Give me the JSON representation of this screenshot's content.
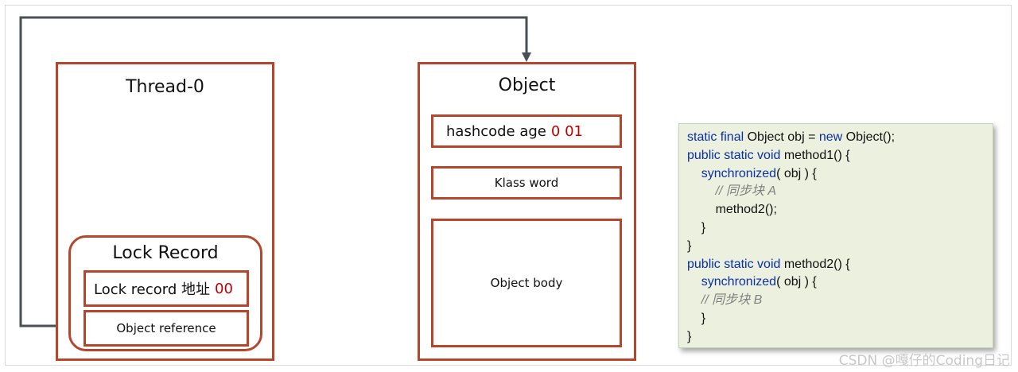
{
  "thread": {
    "title": "Thread-0",
    "lock_record": {
      "title": "Lock Record",
      "address_label": "Lock record 地址",
      "address_bits": "00",
      "object_reference": "Object reference"
    }
  },
  "object": {
    "title": "Object",
    "mark_word": {
      "text": "hashcode age",
      "bits": "0 01"
    },
    "klass_word": "Klass word",
    "body": "Object body"
  },
  "code": [
    [
      {
        "t": "static final ",
        "c": "kw"
      },
      {
        "t": "Object obj = ",
        "c": ""
      },
      {
        "t": "new",
        "c": "kw"
      },
      {
        "t": " Object();",
        "c": ""
      }
    ],
    [
      {
        "t": "public static void ",
        "c": "kw"
      },
      {
        "t": "method1() {",
        "c": ""
      }
    ],
    [
      {
        "t": "    ",
        "c": ""
      },
      {
        "t": "synchronized",
        "c": "kw"
      },
      {
        "t": "( obj ) {",
        "c": ""
      }
    ],
    [
      {
        "t": "        ",
        "c": ""
      },
      {
        "t": "// 同步块 A",
        "c": "cm"
      }
    ],
    [
      {
        "t": "        method2();",
        "c": ""
      }
    ],
    [
      {
        "t": "    }",
        "c": ""
      }
    ],
    [
      {
        "t": "}",
        "c": ""
      }
    ],
    [
      {
        "t": "public static void ",
        "c": "kw"
      },
      {
        "t": "method2() {",
        "c": ""
      }
    ],
    [
      {
        "t": "    ",
        "c": ""
      },
      {
        "t": "synchronized",
        "c": "kw"
      },
      {
        "t": "( obj ) {",
        "c": ""
      }
    ],
    [
      {
        "t": "    ",
        "c": ""
      },
      {
        "t": "// 同步块 B",
        "c": "cm"
      }
    ],
    [
      {
        "t": "    }",
        "c": ""
      }
    ],
    [
      {
        "t": "}",
        "c": ""
      }
    ]
  ],
  "watermark": "CSDN @嘎仔的Coding日记",
  "colors": {
    "box_border": "#b5462b",
    "bits_red": "#c00000",
    "keyword_blue": "#0b2fa8",
    "code_bg": "#ebf1de",
    "connector": "#4a4f55"
  }
}
